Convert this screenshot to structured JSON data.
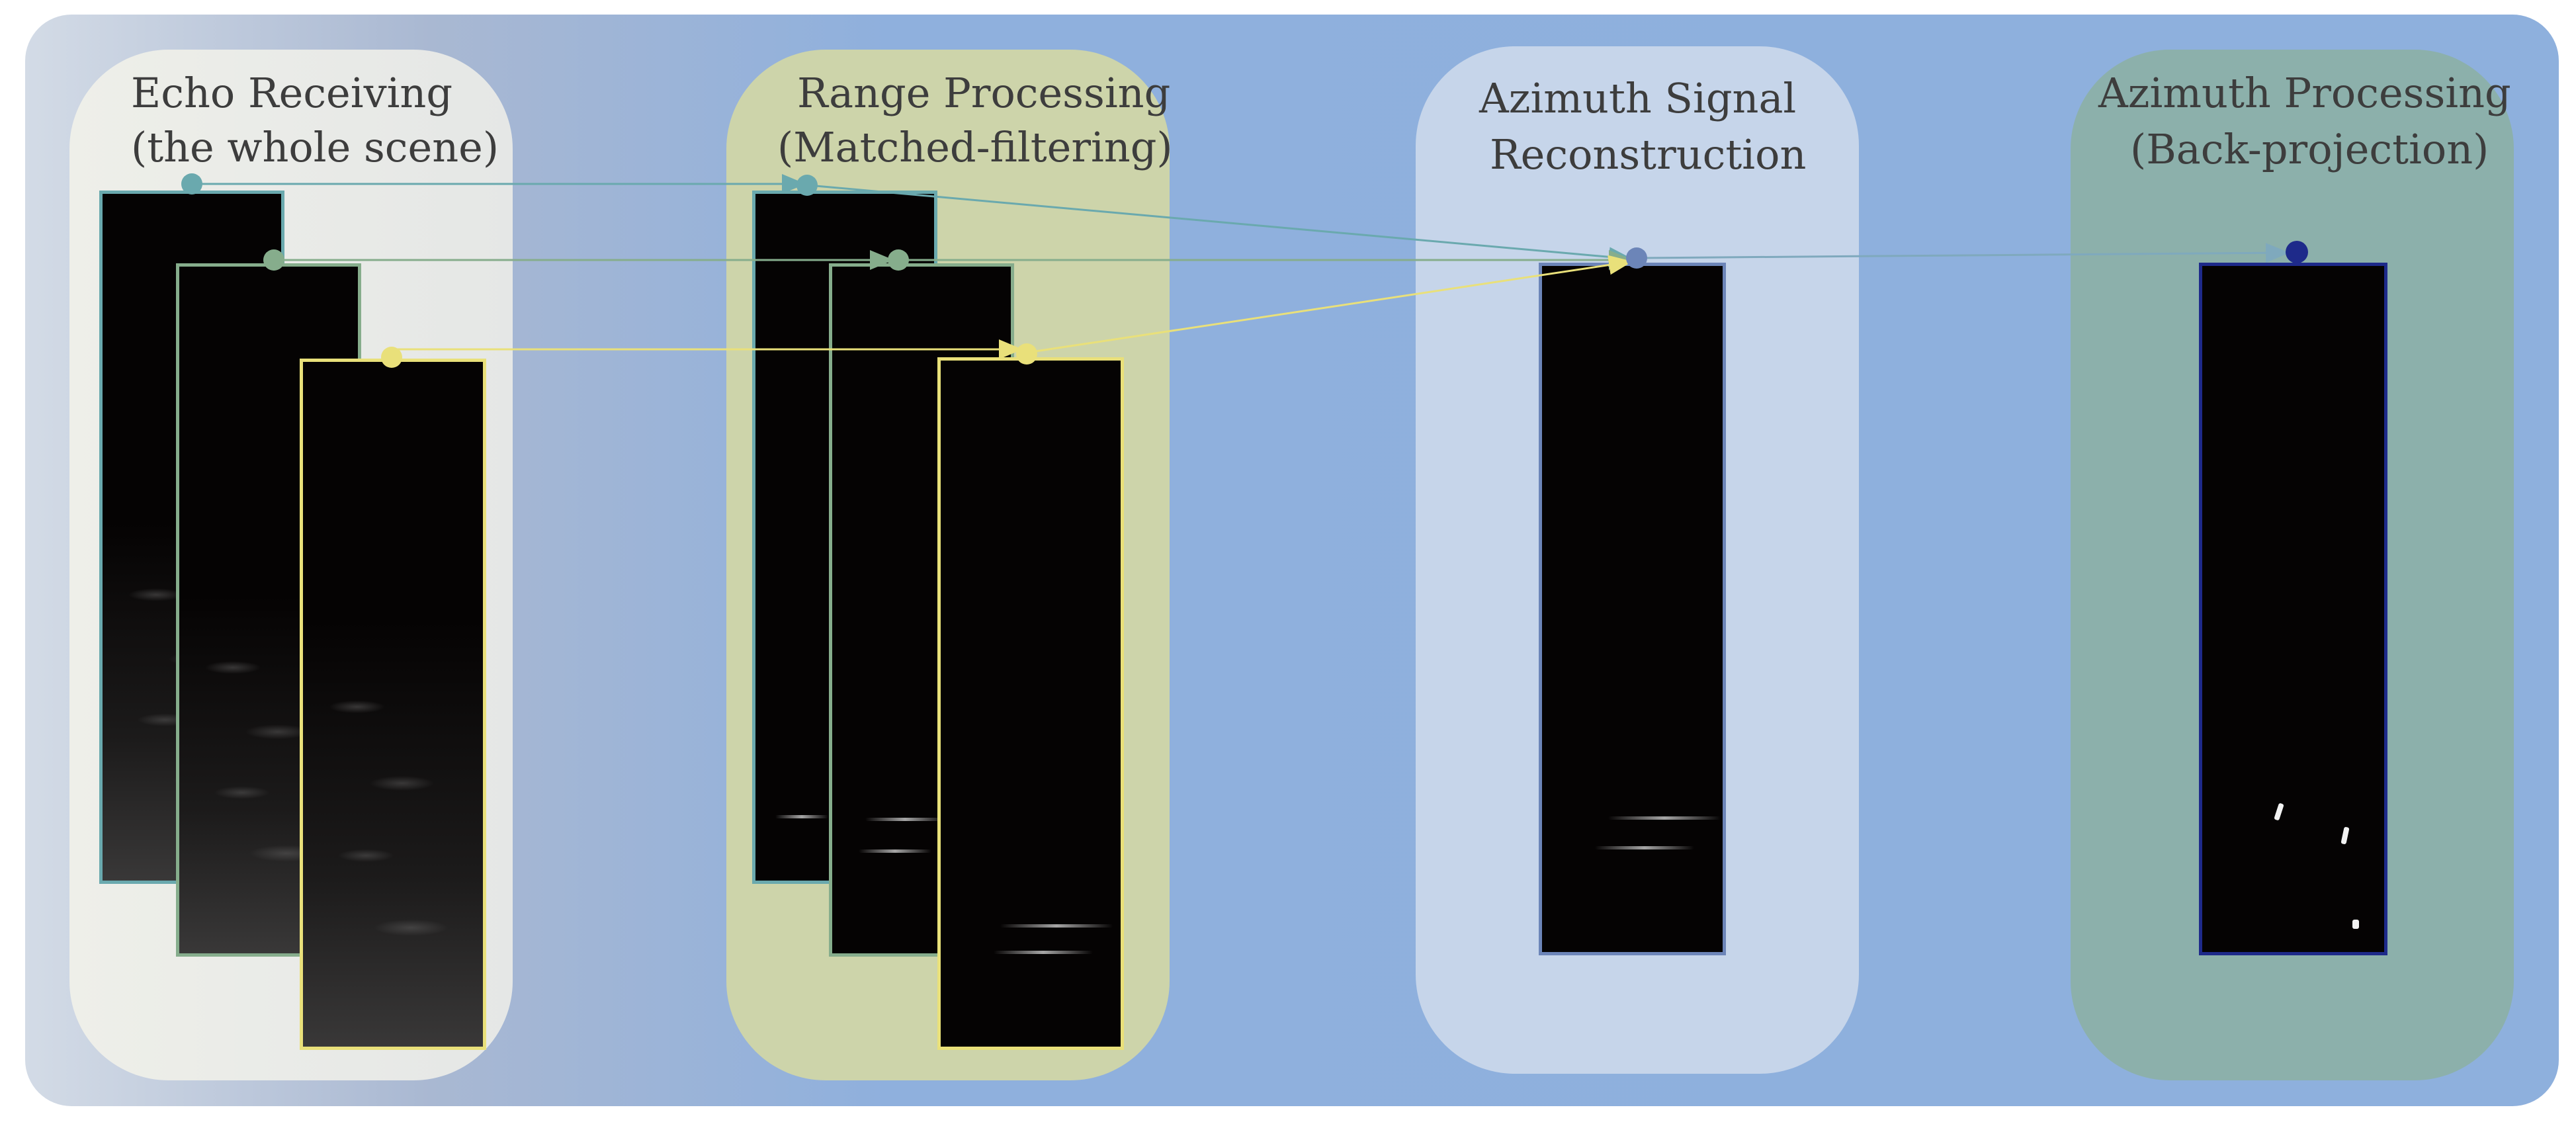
{
  "panels": {
    "echo": {
      "title_line1": "Echo Receiving",
      "title_line2": "(the whole scene)"
    },
    "range": {
      "title_line1": "Range Processing",
      "title_line2": "(Matched-filtering)"
    },
    "azimuth_signal": {
      "title_line1": "Azimuth Signal",
      "title_line2": "Reconstruction"
    },
    "azimuth_processing": {
      "title_line1": "Azimuth Processing",
      "title_line2": "(Back-projection)"
    }
  },
  "colors": {
    "teal": "#6aa9ae",
    "green": "#86ad8c",
    "yellow": "#e9e07a",
    "slate": "#6c85b8",
    "navy": "#1e2a8a"
  }
}
